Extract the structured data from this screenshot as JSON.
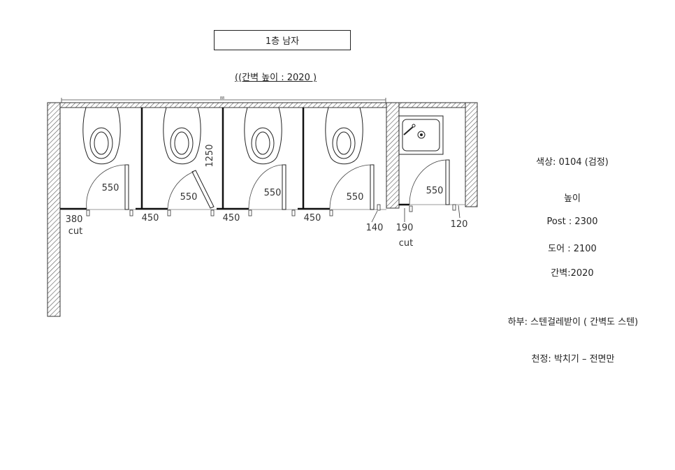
{
  "title": "1층 남자",
  "subtitle": "((간벽 높이 : 2020 )",
  "dims": {
    "top_mark": "88",
    "d550": "550",
    "d1250": "1250",
    "d380": "380",
    "d450": "450",
    "d140": "140",
    "d190": "190",
    "d120": "120",
    "cut": "cut"
  },
  "specs": {
    "color": "색상: 0104 (검정)",
    "height_heading": "높이",
    "post": "Post : 2300",
    "door": "도어 : 2100",
    "partition": "간벽:2020",
    "base": "하부: 스텐걸레받이 ( 간벽도 스텐)",
    "ceiling": "천정: 박치기 – 전면만"
  }
}
